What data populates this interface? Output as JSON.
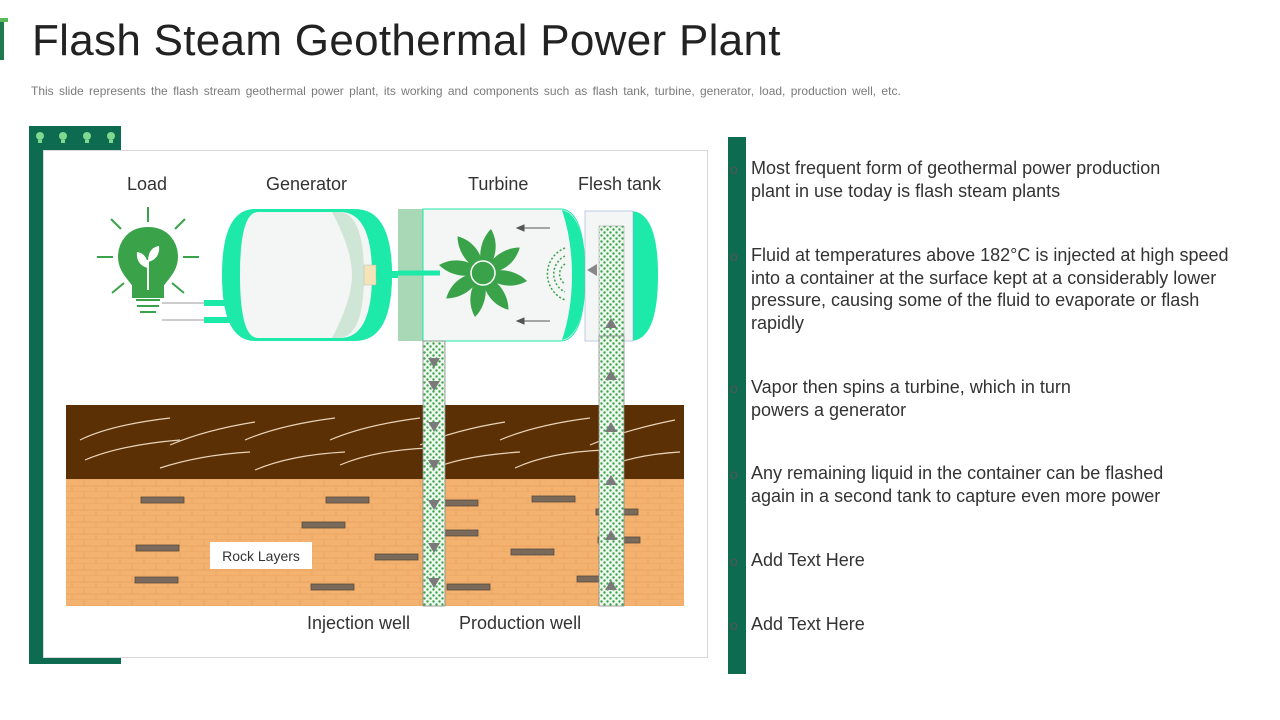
{
  "header": {
    "title": "Flash Steam Geothermal Power Plant",
    "subtitle": "This slide represents the flash stream geothermal power plant, its working and components such as flash tank, turbine, generator, load, production well, etc."
  },
  "diagram": {
    "labels": {
      "load": "Load",
      "generator": "Generator",
      "turbine": "Turbine",
      "flash_tank": "Flesh tank",
      "injection_well": "Injection well",
      "production_well": "Production well",
      "rock_layers": "Rock Layers"
    },
    "colors": {
      "accent_green": "#0d6b4f",
      "machine_green": "#1de9a8",
      "fan_green": "#3aa34a",
      "soil_brown": "#5b3005",
      "rock_orange": "#f3b26f"
    }
  },
  "bullets": [
    {
      "marker": "o",
      "text": "Most frequent form of geothermal power production plant in use today is flash steam plants"
    },
    {
      "marker": "o",
      "text": "Fluid at temperatures above 182°C is injected at high speed into a container at the surface kept at a considerably lower pressure, causing some of the fluid to evaporate or flash rapidly"
    },
    {
      "marker": "o",
      "text": "Vapor then spins a turbine, which in turn powers a generator"
    },
    {
      "marker": "o",
      "text": "Any remaining liquid in the container can be flashed again in a second tank to capture even more power"
    },
    {
      "marker": "o",
      "text": "Add Text Here"
    },
    {
      "marker": "o",
      "text": "Add Text Here"
    }
  ]
}
